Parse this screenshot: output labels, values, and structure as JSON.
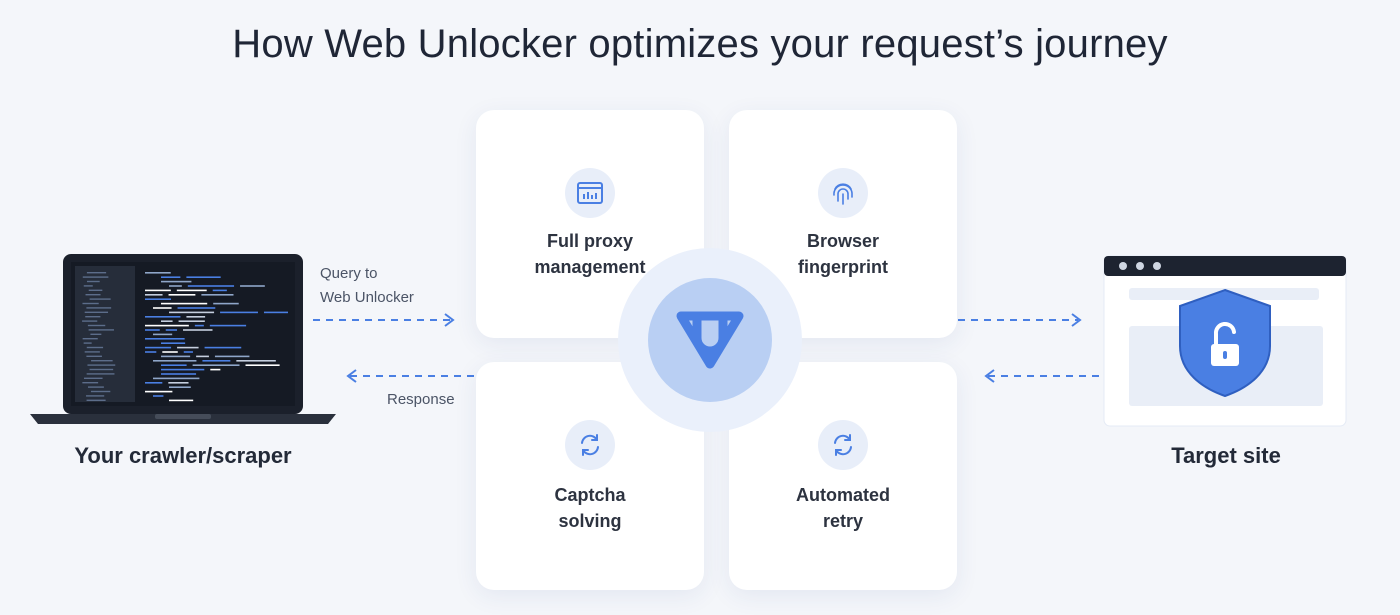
{
  "title": "How Web Unlocker optimizes your request’s journey",
  "left": {
    "label": "Your crawler/scraper"
  },
  "right": {
    "label": "Target site"
  },
  "flows": {
    "query_line1": "Query to",
    "query_line2": "Web Unlocker",
    "response": "Response"
  },
  "cards": [
    {
      "line1": "Full proxy",
      "line2": "management",
      "icon": "proxy-dashboard-icon"
    },
    {
      "line1": "Browser",
      "line2": "fingerprint",
      "icon": "fingerprint-icon"
    },
    {
      "line1": "Captcha",
      "line2": "solving",
      "icon": "refresh-icon"
    },
    {
      "line1": "Automated",
      "line2": "retry",
      "icon": "refresh-icon"
    }
  ],
  "colors": {
    "accent": "#4a7fe3",
    "hub": "#b9cff3",
    "dark": "#1d2330",
    "background": "#f4f6fa"
  }
}
